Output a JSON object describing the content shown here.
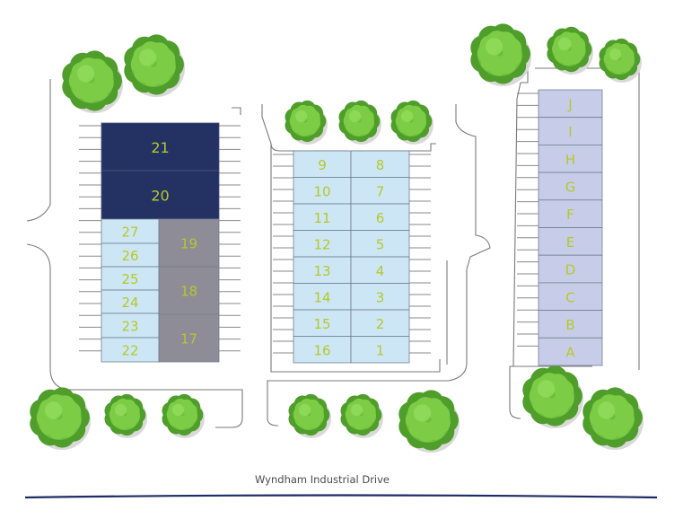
{
  "street": {
    "name": "Wyndham Industrial Drive"
  },
  "colors": {
    "navy": "#243263",
    "gray": "#8e8c97",
    "light_blue": "#cde6f5",
    "lavender": "#c7cde8",
    "label": "#b5c82a",
    "line": "#7a7a7a",
    "street_line": "#1e2c66",
    "tree": "#6cbf3b"
  },
  "buildings": [
    {
      "name": "west-building",
      "units": [
        {
          "id": "21",
          "color": "navy"
        },
        {
          "id": "20",
          "color": "navy"
        },
        {
          "id": "27",
          "color": "light_blue"
        },
        {
          "id": "26",
          "color": "light_blue"
        },
        {
          "id": "25",
          "color": "light_blue"
        },
        {
          "id": "24",
          "color": "light_blue"
        },
        {
          "id": "23",
          "color": "light_blue"
        },
        {
          "id": "22",
          "color": "light_blue"
        },
        {
          "id": "19",
          "color": "gray"
        },
        {
          "id": "18",
          "color": "gray"
        },
        {
          "id": "17",
          "color": "gray"
        }
      ]
    },
    {
      "name": "center-building",
      "units": [
        {
          "id": "9",
          "color": "light_blue"
        },
        {
          "id": "10",
          "color": "light_blue"
        },
        {
          "id": "11",
          "color": "light_blue"
        },
        {
          "id": "12",
          "color": "light_blue"
        },
        {
          "id": "13",
          "color": "light_blue"
        },
        {
          "id": "14",
          "color": "light_blue"
        },
        {
          "id": "15",
          "color": "light_blue"
        },
        {
          "id": "16",
          "color": "light_blue"
        },
        {
          "id": "8",
          "color": "light_blue"
        },
        {
          "id": "7",
          "color": "light_blue"
        },
        {
          "id": "6",
          "color": "light_blue"
        },
        {
          "id": "5",
          "color": "light_blue"
        },
        {
          "id": "4",
          "color": "light_blue"
        },
        {
          "id": "3",
          "color": "light_blue"
        },
        {
          "id": "2",
          "color": "light_blue"
        },
        {
          "id": "1",
          "color": "light_blue"
        }
      ]
    },
    {
      "name": "east-building",
      "units": [
        {
          "id": "J",
          "color": "lavender"
        },
        {
          "id": "I",
          "color": "lavender"
        },
        {
          "id": "H",
          "color": "lavender"
        },
        {
          "id": "G",
          "color": "lavender"
        },
        {
          "id": "F",
          "color": "lavender"
        },
        {
          "id": "E",
          "color": "lavender"
        },
        {
          "id": "D",
          "color": "lavender"
        },
        {
          "id": "C",
          "color": "lavender"
        },
        {
          "id": "B",
          "color": "lavender"
        },
        {
          "id": "A",
          "color": "lavender"
        }
      ]
    }
  ]
}
